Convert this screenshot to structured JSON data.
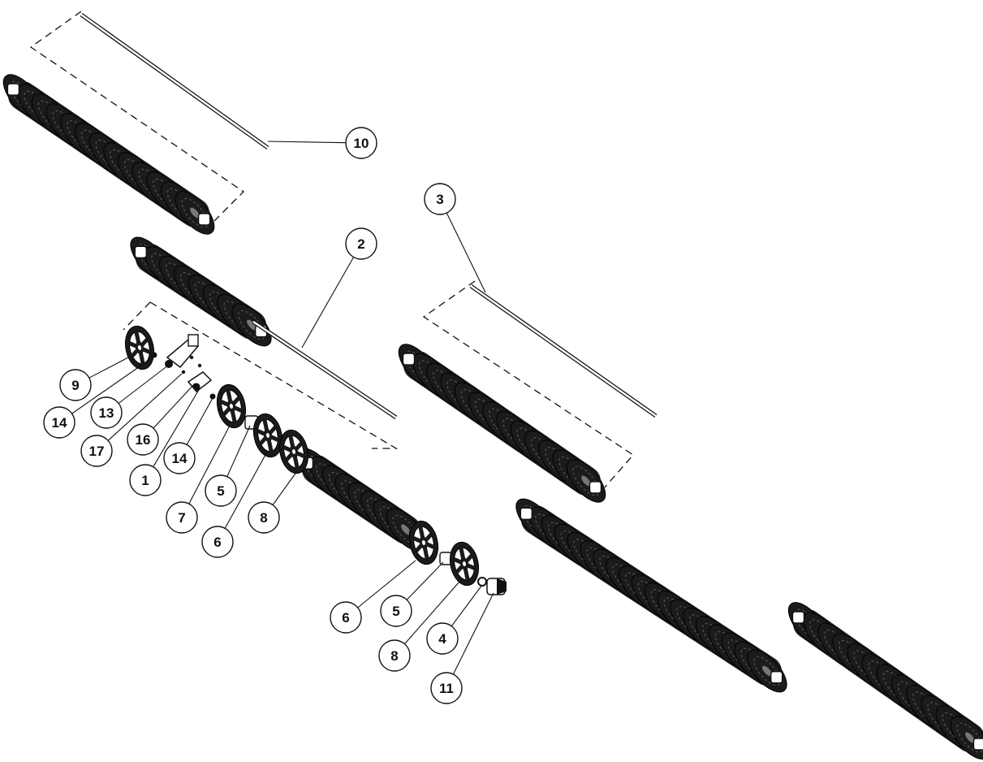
{
  "callouts": [
    {
      "id": "c10",
      "label": "10"
    },
    {
      "id": "c3",
      "label": "3"
    },
    {
      "id": "c2",
      "label": "2"
    },
    {
      "id": "c9",
      "label": "9"
    },
    {
      "id": "c14a",
      "label": "14"
    },
    {
      "id": "c13",
      "label": "13"
    },
    {
      "id": "c17",
      "label": "17"
    },
    {
      "id": "c16",
      "label": "16"
    },
    {
      "id": "c14b",
      "label": "14"
    },
    {
      "id": "c1",
      "label": "1"
    },
    {
      "id": "c5a",
      "label": "5"
    },
    {
      "id": "c7",
      "label": "7"
    },
    {
      "id": "c6a",
      "label": "6"
    },
    {
      "id": "c8a",
      "label": "8"
    },
    {
      "id": "c6b",
      "label": "6"
    },
    {
      "id": "c5b",
      "label": "5"
    },
    {
      "id": "c8b",
      "label": "8"
    },
    {
      "id": "c4",
      "label": "4"
    },
    {
      "id": "c11",
      "label": "11"
    }
  ]
}
